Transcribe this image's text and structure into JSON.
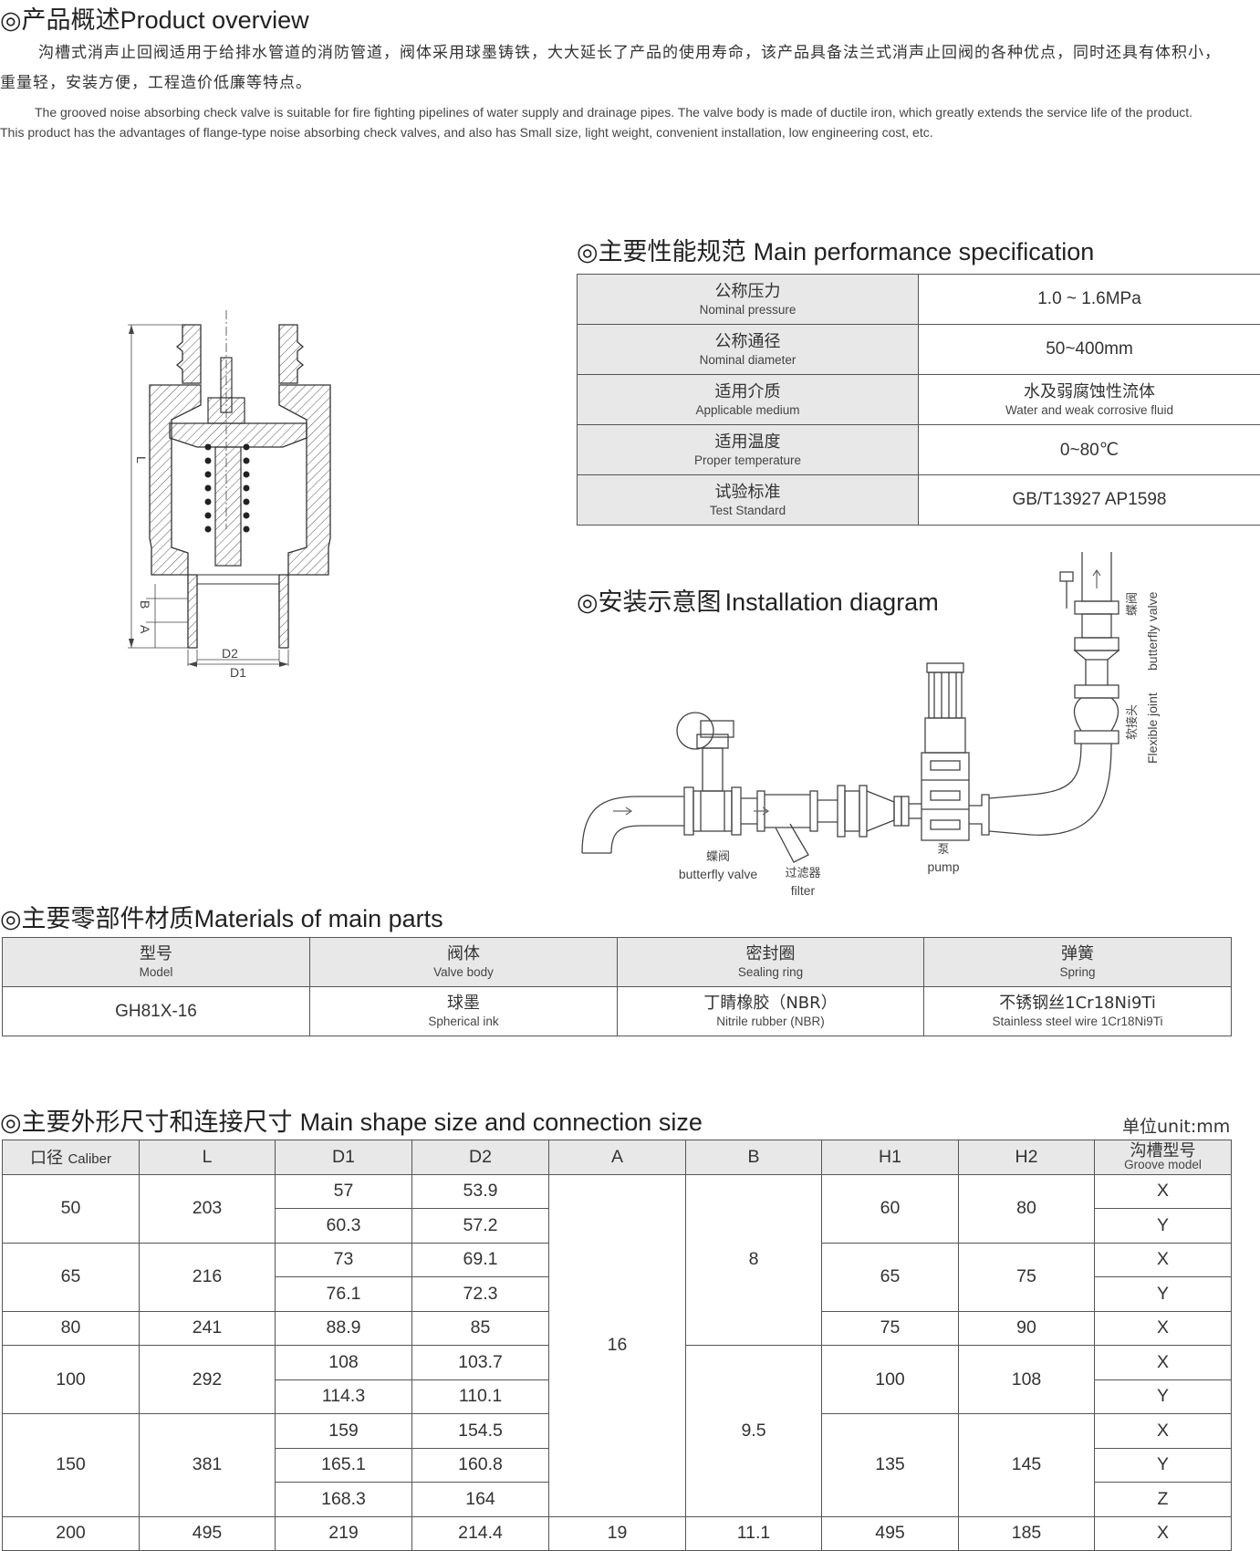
{
  "overview": {
    "heading_zh": "◎产品概述",
    "heading_en": "Product overview",
    "para_zh": "沟槽式消声止回阀适用于给排水管道的消防管道，阀体采用球墨铸铁，大大延长了产品的使用寿命，该产品具备法兰式消声止回阀的各种优点，同时还具有体积小，重量轻，安装方便，工程造价低廉等特点。",
    "para_en": "The grooved noise absorbing check valve is suitable for fire fighting pipelines of water supply and drainage pipes. The valve body is made of ductile iron, which greatly extends the service life of the product. This product has the advantages of flange-type noise absorbing check valves, and also has Small size, light weight, convenient installation, low engineering cost, etc."
  },
  "spec": {
    "heading_zh": "◎主要性能规范",
    "heading_en": "Main performance specification",
    "rows": [
      {
        "zh": "公称压力",
        "en": "Nominal pressure",
        "value": "1.0 ~ 1.6MPa"
      },
      {
        "zh": "公称通径",
        "en": "Nominal diameter",
        "value": "50~400mm"
      },
      {
        "zh": "适用介质",
        "en": "Applicable medium",
        "value_zh": "水及弱腐蚀性流体",
        "value_en": "Water and weak corrosive fluid"
      },
      {
        "zh": "适用温度",
        "en": "Proper temperature",
        "value": "0~80℃"
      },
      {
        "zh": "试验标准",
        "en": "Test Standard",
        "value": "GB/T13927 AP1598"
      }
    ]
  },
  "drawing": {
    "L": "L",
    "B": "B",
    "A": "A",
    "D2": "D2",
    "D1": "D1"
  },
  "install": {
    "heading_zh": "◎安装示意图",
    "heading_en": "Installation diagram",
    "bv_zh": "蝶阀",
    "bv_en": "butterfly valve",
    "filter_zh": "过滤器",
    "filter_en": "filter",
    "pump_zh": "泵",
    "pump_en": "pump",
    "bv2_zh": "蝶阀",
    "bv2_en": "butterfly valve",
    "fj_zh": "软接头",
    "fj_en": "Flexible joint"
  },
  "materials": {
    "heading_zh": "◎主要零部件材质",
    "heading_en": "Materials of main parts",
    "headers": [
      {
        "zh": "型号",
        "en": "Model"
      },
      {
        "zh": "阀体",
        "en": "Valve body"
      },
      {
        "zh": "密封圈",
        "en": "Sealing ring"
      },
      {
        "zh": "弹簧",
        "en": "Spring"
      }
    ],
    "model": "GH81X-16",
    "body_zh": "球墨",
    "body_en": "Spherical ink",
    "seal_zh": "丁睛橡胶（NBR）",
    "seal_en": "Nitrile rubber (NBR)",
    "spring_zh": "不锈钢丝1Cr18Ni9Ti",
    "spring_en": "Stainless steel wire 1Cr18Ni9Ti"
  },
  "dims": {
    "heading_zh": "◎主要外形尺寸和连接尺寸",
    "heading_en": "Main shape size and connection size",
    "unit": "单位unit:mm",
    "h_caliber_zh": "口径",
    "h_caliber_en": "Caliber",
    "h_L": "L",
    "h_D1": "D1",
    "h_D2": "D2",
    "h_A": "A",
    "h_B": "B",
    "h_H1": "H1",
    "h_H2": "H2",
    "h_groove_zh": "沟槽型号",
    "h_groove_en": "Groove model",
    "c50": "50",
    "L50": "203",
    "d1a": "57",
    "d2a": "53.9",
    "d1b": "60.3",
    "d2b": "57.2",
    "H1_50": "60",
    "H2_50": "80",
    "c65": "65",
    "L65": "216",
    "d1c": "73",
    "d2c": "69.1",
    "d1d": "76.1",
    "d2d": "72.3",
    "H1_65": "65",
    "H2_65": "75",
    "c80": "80",
    "L80": "241",
    "d1e": "88.9",
    "d2e": "85",
    "H1_80": "75",
    "H2_80": "90",
    "c100": "100",
    "L100": "292",
    "d1f": "108",
    "d2f": "103.7",
    "d1g": "114.3",
    "d2g": "110.1",
    "H1_100": "100",
    "H2_100": "108",
    "c150": "150",
    "L150": "381",
    "d1h": "159",
    "d2h": "154.5",
    "d1i": "165.1",
    "d2i": "160.8",
    "d1j": "168.3",
    "d2j": "164",
    "H1_150": "135",
    "H2_150": "145",
    "c200": "200",
    "L200": "495",
    "d1k": "219",
    "d2k": "214.4",
    "A200": "19",
    "B200": "11.1",
    "H1_200": "495",
    "H2_200": "185",
    "A_main": "16",
    "B_top": "8",
    "B_mid": "9.5",
    "gX": "X",
    "gY": "Y",
    "gZ": "Z"
  }
}
